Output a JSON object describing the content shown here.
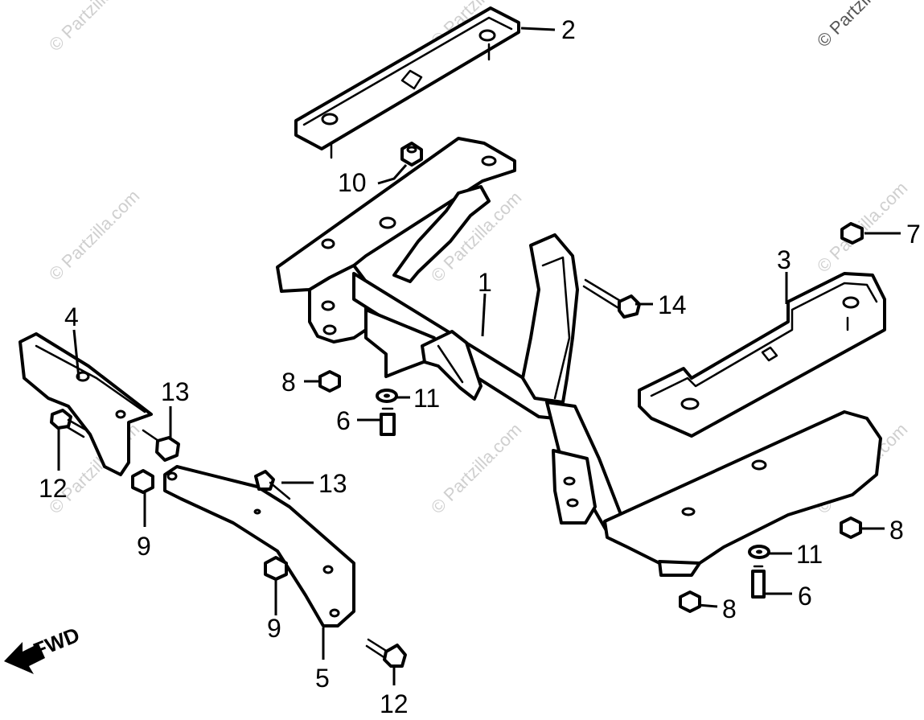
{
  "watermark": "© Partzilla.com",
  "fwd_label": "FWD",
  "callouts": {
    "c1": "1",
    "c2": "2",
    "c3": "3",
    "c4": "4",
    "c5": "5",
    "c6a": "6",
    "c6b": "6",
    "c7": "7",
    "c8a": "8",
    "c8b": "8",
    "c8c": "8",
    "c9a": "9",
    "c9b": "9",
    "c10": "10",
    "c11a": "11",
    "c11b": "11",
    "c12a": "12",
    "c12b": "12",
    "c13a": "13",
    "c13b": "13",
    "c14": "14"
  }
}
